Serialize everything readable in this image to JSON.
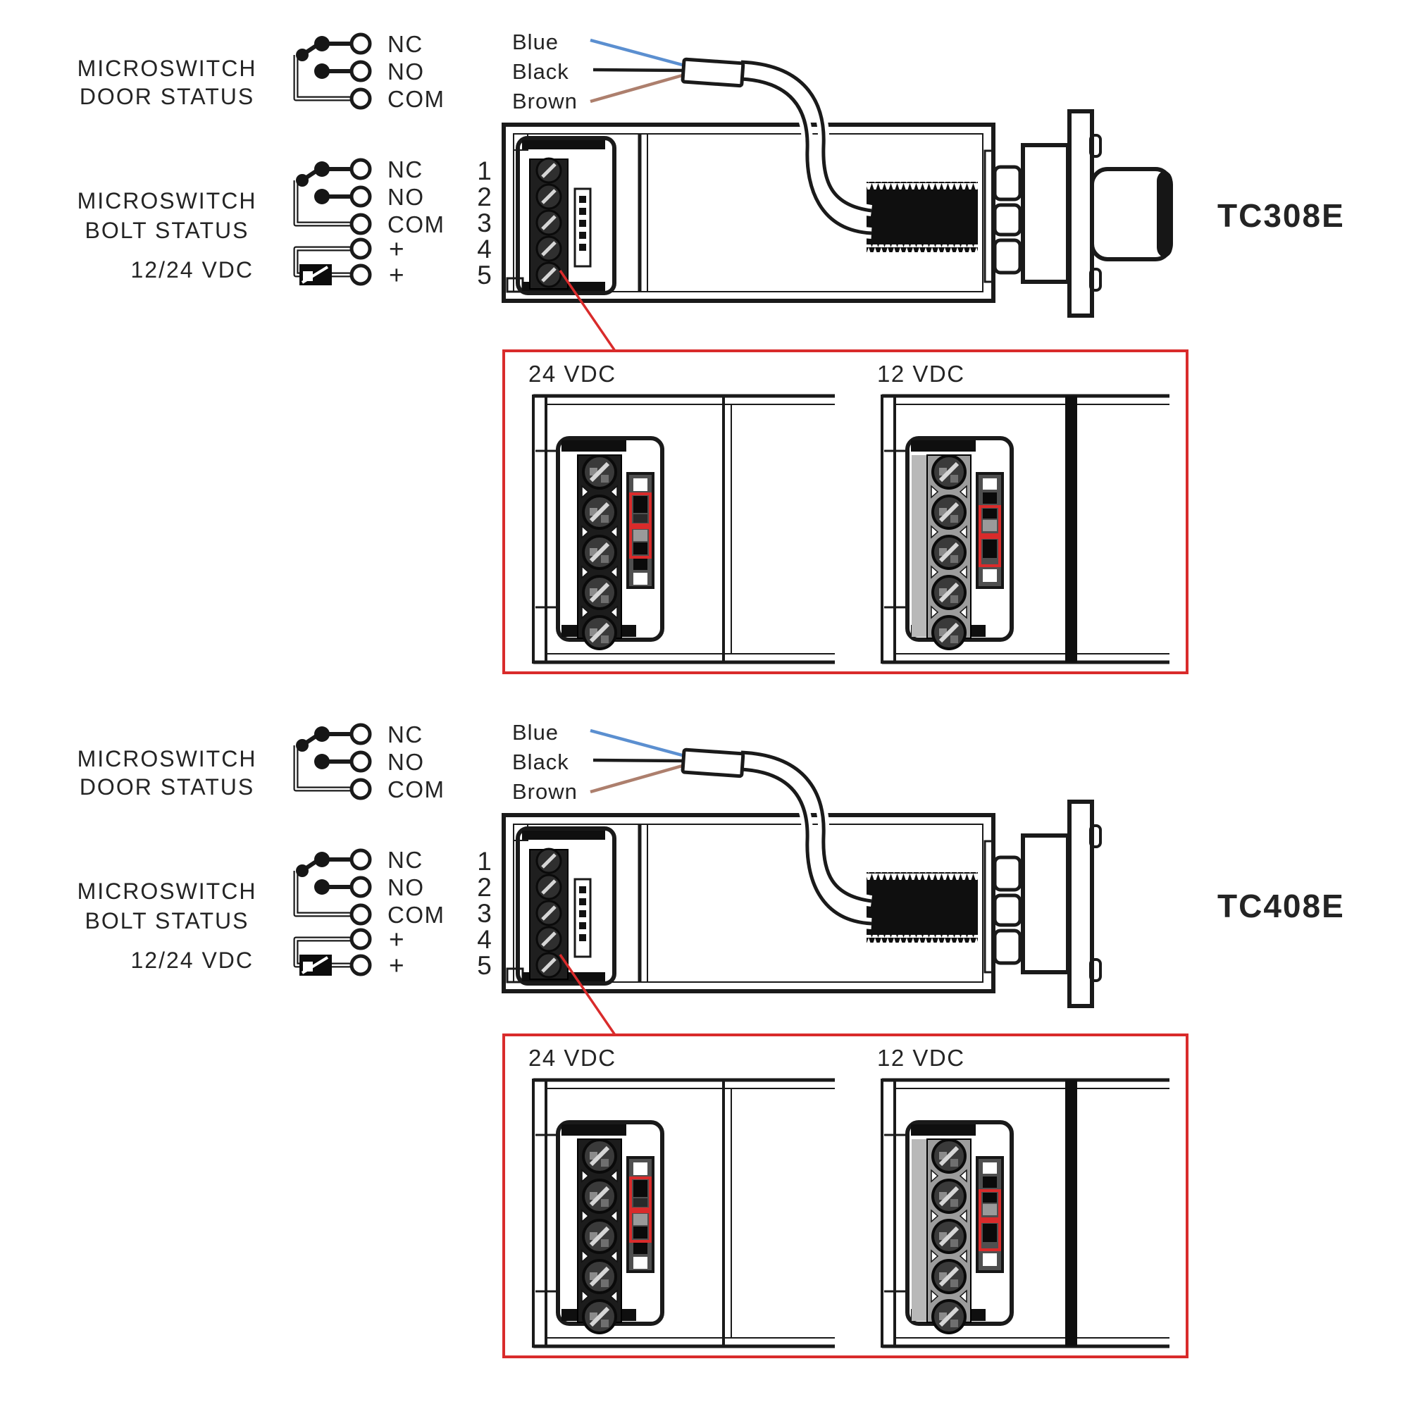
{
  "colors": {
    "line": "#1a1a1a",
    "red": "#d92b2b",
    "blue_wire": "#5b8fd0",
    "black_wire": "#1c1c1c",
    "brown_wire": "#ad7f6d",
    "gray_strip": "#b8b8b8"
  },
  "top_diagram": {
    "model": "TC308E",
    "door_switch": {
      "label_line1": "MICROSWITCH",
      "label_line2": "DOOR STATUS",
      "terminals": [
        "NC",
        "NO",
        "COM"
      ]
    },
    "bolt_switch": {
      "label_line1": "MICROSWITCH",
      "label_line2": "BOLT STATUS",
      "terminals": [
        "NC",
        "NO",
        "COM"
      ]
    },
    "power": {
      "label": "12/24 VDC",
      "terminals": [
        "+",
        "+"
      ]
    },
    "terminal_numbers": [
      "1",
      "2",
      "3",
      "4",
      "5"
    ],
    "cable_wires": [
      "Blue",
      "Black",
      "Brown"
    ],
    "inset": {
      "left_title": "24 VDC",
      "right_title": "12 VDC"
    }
  },
  "bottom_diagram": {
    "model": "TC408E",
    "door_switch": {
      "label_line1": "MICROSWITCH",
      "label_line2": "DOOR STATUS",
      "terminals": [
        "NC",
        "NO",
        "COM"
      ]
    },
    "bolt_switch": {
      "label_line1": "MICROSWITCH",
      "label_line2": "BOLT STATUS",
      "terminals": [
        "NC",
        "NO",
        "COM"
      ]
    },
    "power": {
      "label": "12/24 VDC",
      "terminals": [
        "+",
        "+"
      ]
    },
    "terminal_numbers": [
      "1",
      "2",
      "3",
      "4",
      "5"
    ],
    "cable_wires": [
      "Blue",
      "Black",
      "Brown"
    ],
    "inset": {
      "left_title": "24 VDC",
      "right_title": "12 VDC"
    }
  }
}
